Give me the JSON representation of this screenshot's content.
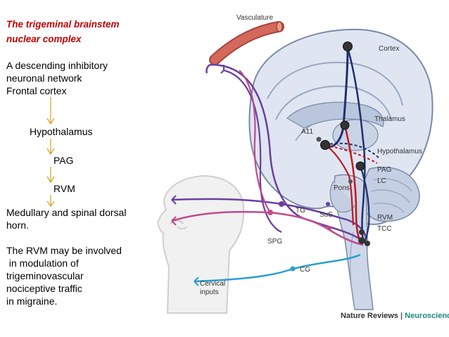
{
  "slide": {
    "title_line1": "The trigeminal brainstem",
    "title_line2": "nuclear complex",
    "desc_line1": "A descending inhibitory",
    "desc_line2": "neuronal network",
    "frontal": "Frontal cortex",
    "hypothalamus": "Hypothalamus",
    "pag": "PAG",
    "rvm": "RVM",
    "medullary_line1": "Medullary and spinal dorsal",
    "medullary_line2": "horn.",
    "rvm_note_line1": "The RVM may be involved",
    "rvm_note_line2": " in modulation of",
    "rvm_note_line3": "trigeminovascular",
    "rvm_note_line4": "nociceptive traffic",
    "rvm_note_line5": "in migraine.",
    "arrow_color": "#d4a017"
  },
  "diagram": {
    "labels": {
      "vasculature": "Vasculature",
      "cortex": "Cortex",
      "thalamus": "Thalamus",
      "a11": "A11",
      "hypothalamus": "Hypothalamus",
      "pag": "PAG",
      "lc": "LC",
      "pons": "Pons",
      "tg": "TG",
      "sus": "SuS",
      "rvm": "RVM",
      "tcc": "TCC",
      "spg": "SPG",
      "cg": "CG",
      "cervical_line1": "Cervical",
      "cervical_line2": "inputs"
    },
    "footer_journal": "Nature Reviews",
    "footer_sep": " | ",
    "footer_section": "Neuroscience",
    "colors": {
      "red_path": "#c0181e",
      "navy_path": "#1f2f6e",
      "purple_path": "#6a3fa0",
      "magenta_path": "#c04a8e",
      "cyan_path": "#2a9fd0",
      "brain_fill": "#dfe6f2",
      "brain_stroke": "#7a8aa6",
      "vessel": "#c9574a",
      "footer_accent": "#1a8a7a"
    }
  }
}
